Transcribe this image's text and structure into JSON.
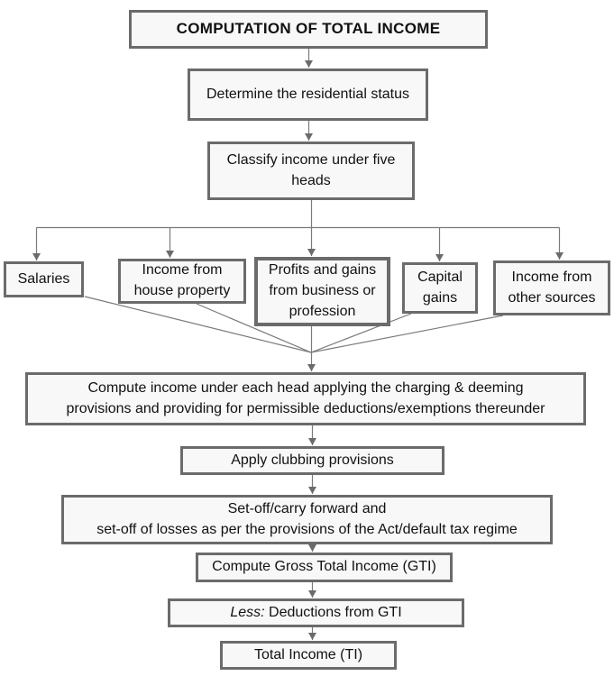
{
  "diagram": {
    "nodes": {
      "title": [
        "COMPUTATION OF TOTAL INCOME"
      ],
      "residential": [
        "Determine the residential status"
      ],
      "classify": [
        "Classify income under five",
        "heads"
      ],
      "salaries": [
        "Salaries"
      ],
      "house_property": [
        "Income from",
        "house property"
      ],
      "business_profession": [
        "Profits and gains",
        "from business or",
        "profession"
      ],
      "capital_gains": [
        "Capital",
        "gains"
      ],
      "other_sources": [
        "Income from",
        "other sources"
      ],
      "compute_each_head": [
        "Compute income under each head applying the charging & deeming",
        "provisions and providing for permissible deductions/exemptions thereunder"
      ],
      "clubbing": [
        "Apply clubbing provisions"
      ],
      "set_off": [
        "Set-off/carry forward and",
        "set-off of losses as per the provisions of the Act/default tax regime"
      ],
      "gross_total": [
        "Compute Gross Total Income (GTI)"
      ],
      "less_deductions": {
        "italic": "Less:",
        "rest": " Deductions from GTI"
      },
      "total_income": [
        "Total Income (TI)"
      ]
    }
  },
  "colors": {
    "box_border": "#6b6b6b",
    "box_fill": "#f8f8f8",
    "connector": "#7a7a7a",
    "arrowhead": "#6b6b6b",
    "text": "#111111",
    "background": "#ffffff"
  }
}
